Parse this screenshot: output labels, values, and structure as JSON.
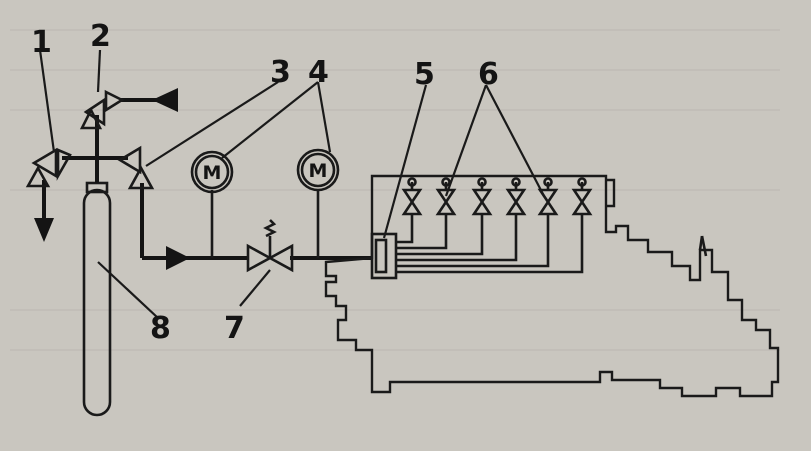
{
  "diagram": {
    "callouts": [
      {
        "id": "1",
        "label": "1"
      },
      {
        "id": "2",
        "label": "2"
      },
      {
        "id": "3",
        "label": "3"
      },
      {
        "id": "4",
        "label": "4"
      },
      {
        "id": "5",
        "label": "5"
      },
      {
        "id": "6",
        "label": "6"
      },
      {
        "id": "7",
        "label": "7"
      },
      {
        "id": "8",
        "label": "8"
      }
    ],
    "gauge_letter": "M"
  }
}
